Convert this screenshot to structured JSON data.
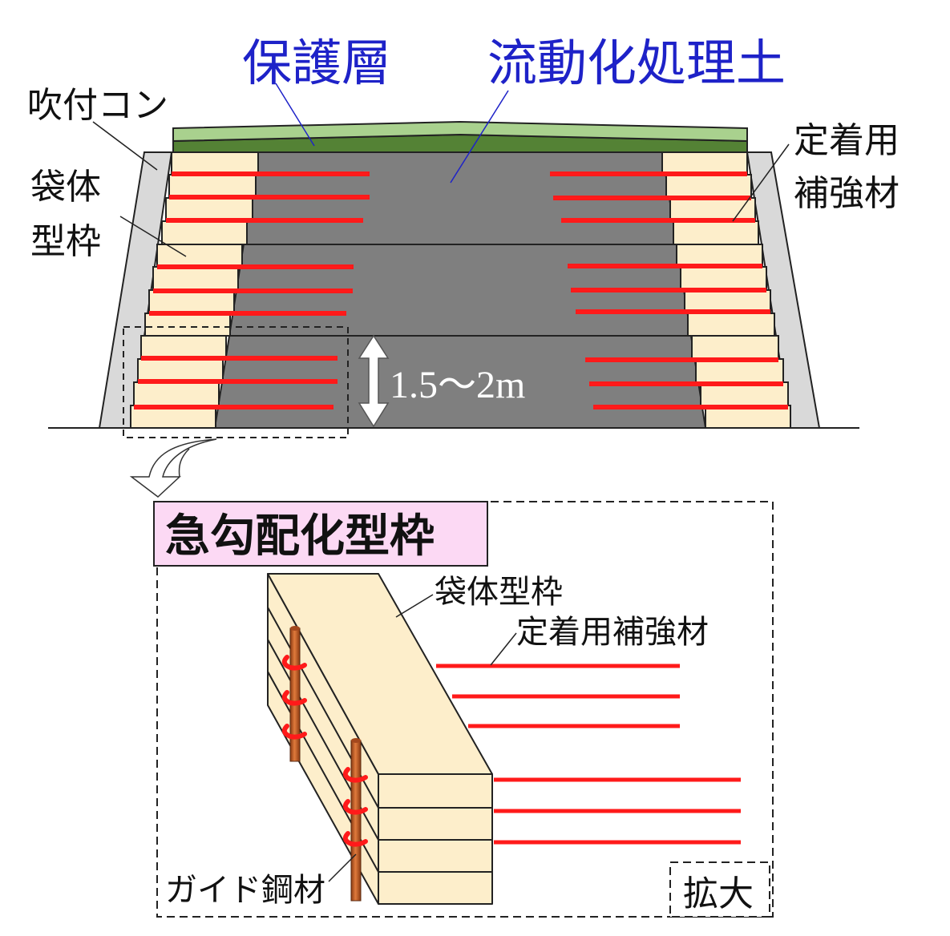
{
  "labels": {
    "protect_layer": "保護層",
    "fluidized_soil": "流動化処理土",
    "shotcrete": "吹付コン",
    "bag_form_line1": "袋体",
    "bag_form_line2": "型枠",
    "anchor_line1": "定着用",
    "anchor_line2": "補強材",
    "height_label": "1.5～2m",
    "steep_form_title": "急勾配化型枠",
    "detail_bag_form": "袋体型枠",
    "detail_anchor": "定着用補強材",
    "guide_steel": "ガイド鋼材",
    "enlarge": "拡大"
  },
  "colors": {
    "protect_text": "#1e22c8",
    "reinforcement": "#ff1a1a",
    "bag": "#fdeecb",
    "fill_soil": "#7f7f7f",
    "shotcrete": "#d9d9d9",
    "top_light": "#a9d18e",
    "top_dark": "#548235",
    "title_bg": "#fcd9f4",
    "guide_steel": "#c05a28"
  }
}
